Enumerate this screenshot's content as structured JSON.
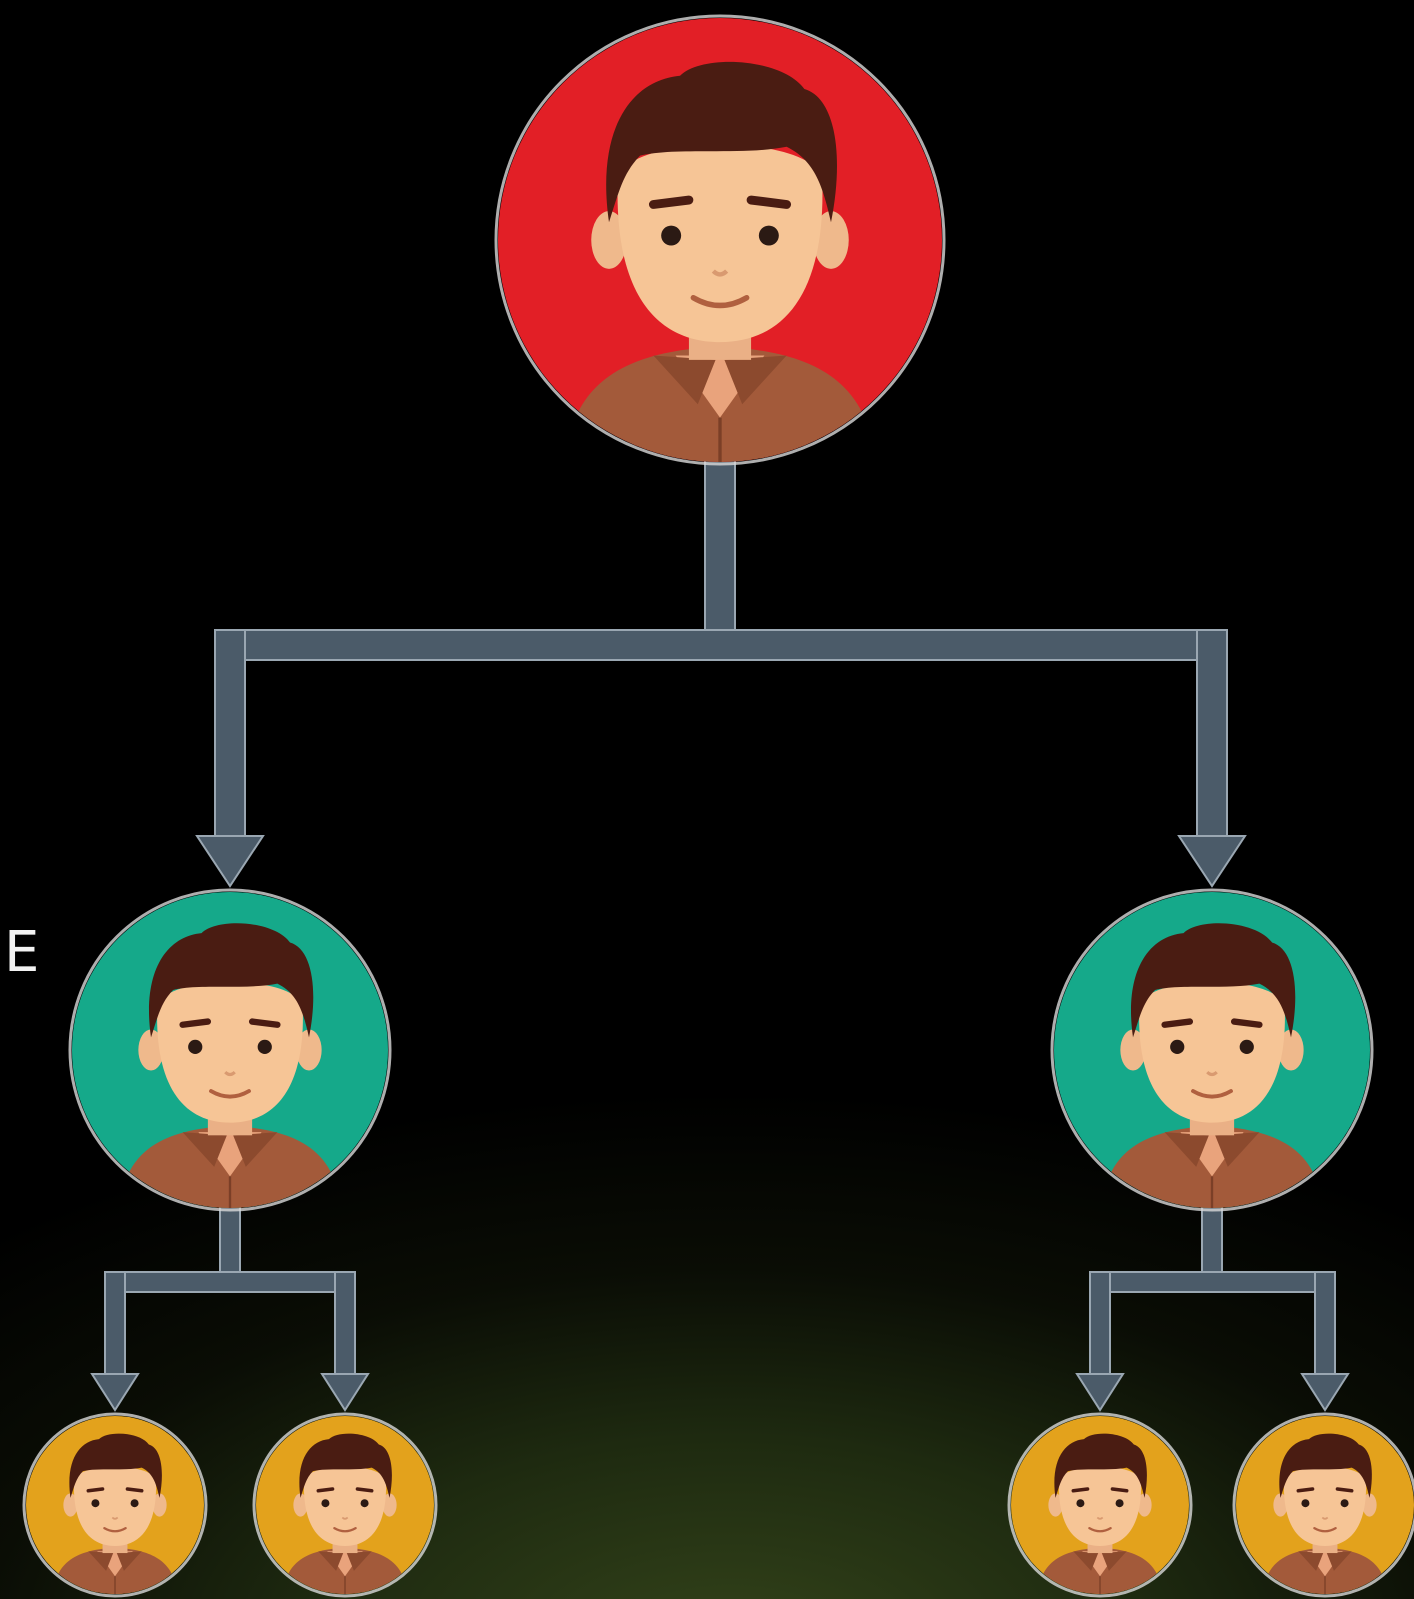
{
  "edge_text": "E",
  "colors": {
    "root": "#e21f26",
    "manager": "#15a98a",
    "member": "#e3a21c",
    "connector": "#4b5b69",
    "connector_edge": "#9aa7b2",
    "skin": "#f6c596",
    "hair": "#4a1c12",
    "shirt": "#a35a3a"
  },
  "icons": {
    "person": "person-avatar-icon",
    "arrow": "down-arrow-icon"
  },
  "nodes": [
    {
      "id": "root",
      "level": "root",
      "parent": null
    },
    {
      "id": "manager-left",
      "level": "manager",
      "parent": "root"
    },
    {
      "id": "manager-right",
      "level": "manager",
      "parent": "root"
    },
    {
      "id": "member-1",
      "level": "member",
      "parent": "manager-left"
    },
    {
      "id": "member-2",
      "level": "member",
      "parent": "manager-left"
    },
    {
      "id": "member-3",
      "level": "member",
      "parent": "manager-right"
    },
    {
      "id": "member-4",
      "level": "member",
      "parent": "manager-right"
    }
  ]
}
